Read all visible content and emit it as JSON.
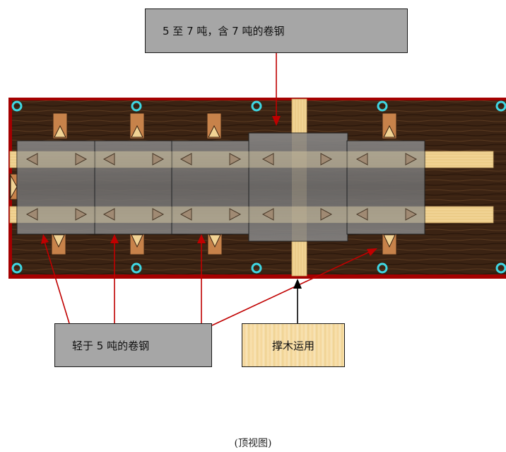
{
  "callouts": {
    "large_coils": "5 至 7 吨，含 7 吨的卷钢",
    "light_coils": "轻于 5 吨的卷钢",
    "dunnage": "撑木运用"
  },
  "caption": "(顶视图)",
  "colors": {
    "deck_border": "#a40000",
    "deck_wood": "#3b2313",
    "coil": "#7d7d7d",
    "dunnage_wood": "#f1d394",
    "wedge": "#c7824a",
    "lashing_ring": "#3fd6e2",
    "leader_red": "#c00000",
    "leader_black": "#000000",
    "callout_grey": "#a6a6a6"
  },
  "icons": [
    "lashing-ring-icon",
    "wedge-chock-icon",
    "arrow-up-icon",
    "arrow-down-icon"
  ]
}
